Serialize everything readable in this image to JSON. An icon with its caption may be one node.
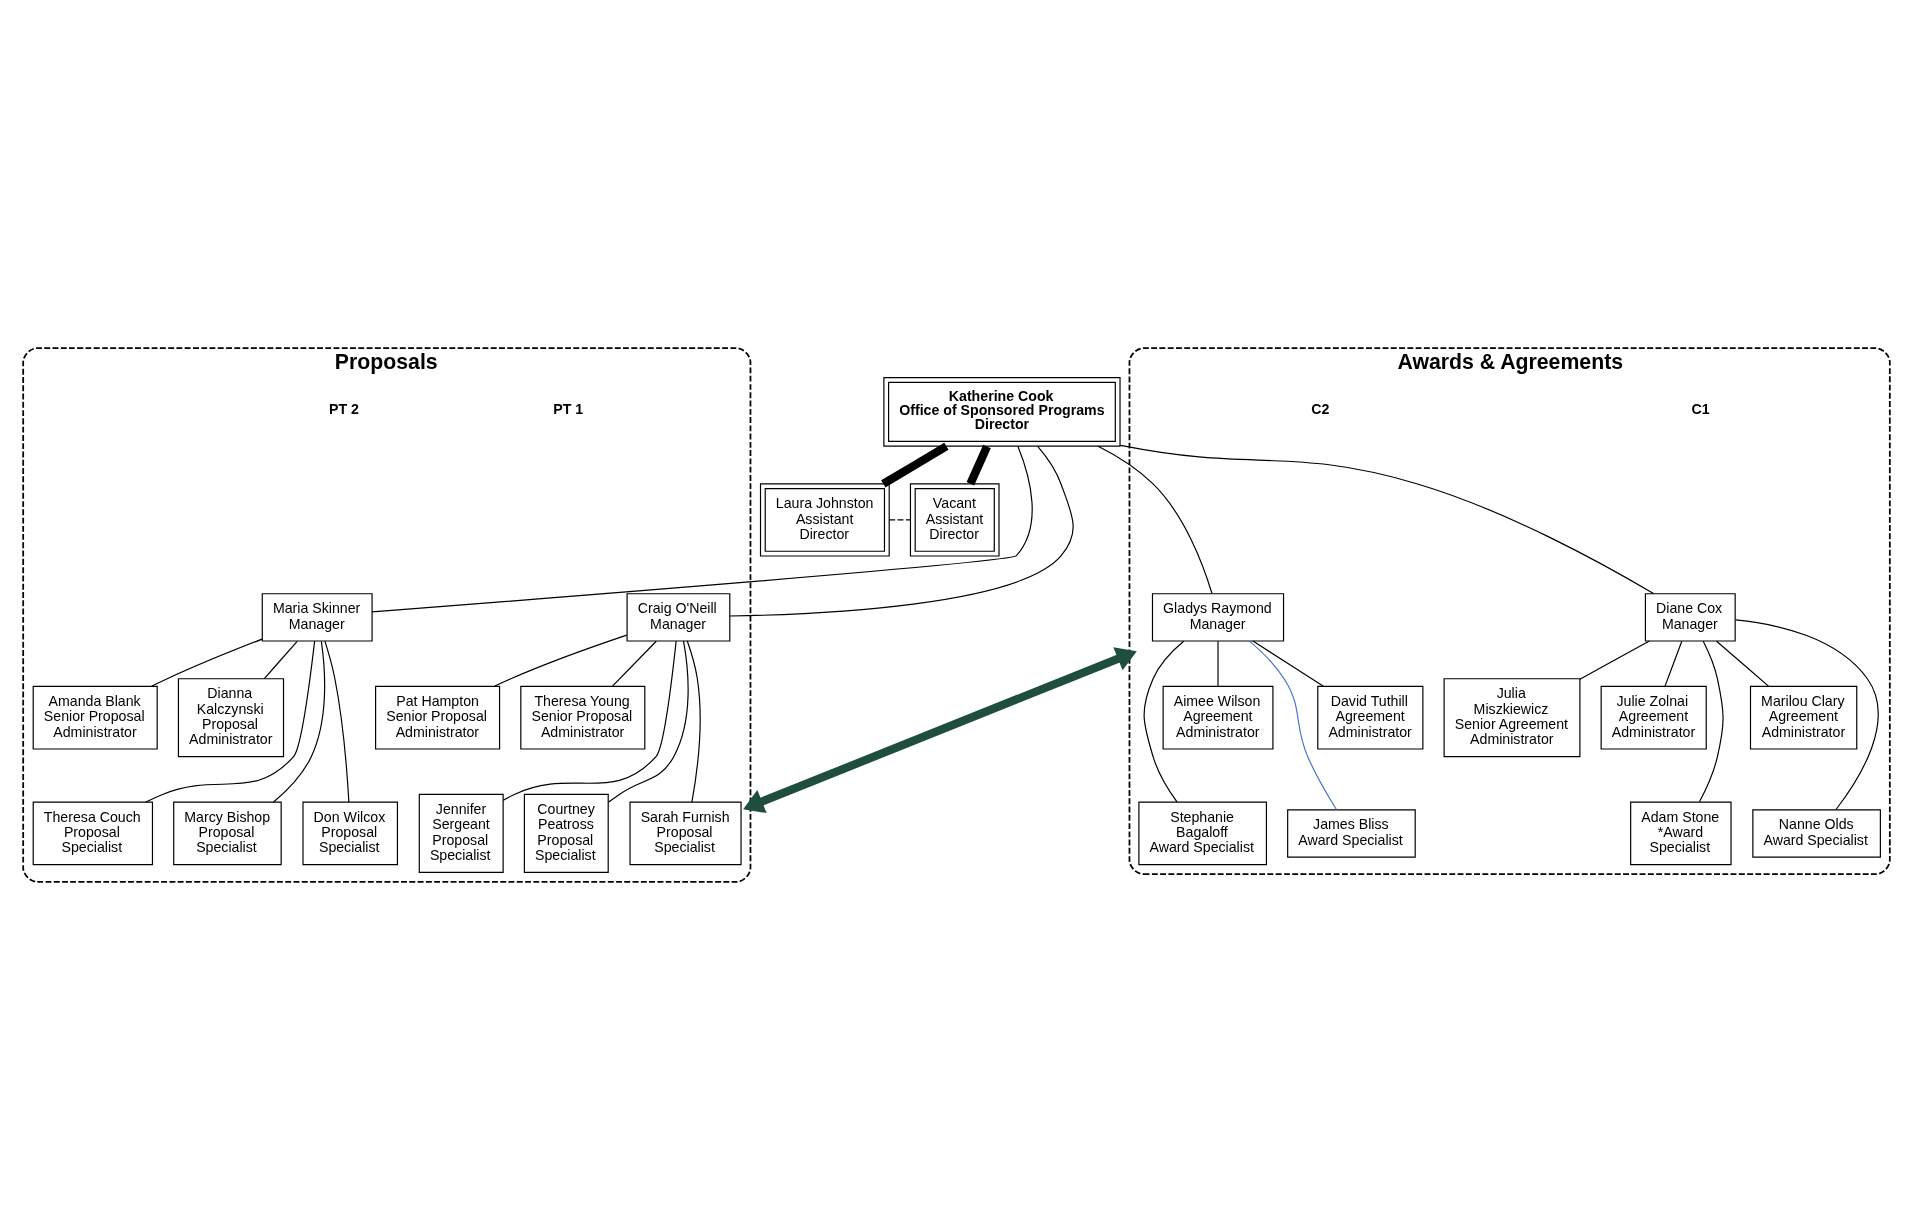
{
  "diagram": {
    "nodes": [
      {
        "text": [
          "Katherine Cook",
          "Office of Sponsored Programs",
          "Director"
        ]
      },
      {
        "text": [
          "Laura Johnston",
          "Assistant Director"
        ]
      },
      {
        "text": [
          "Vacant",
          "Assistant Director"
        ]
      },
      {
        "text": [
          "Proposals"
        ]
      },
      {
        "text": [
          "Awards & Agreements"
        ]
      },
      {
        "text": [
          "Maria Skinner",
          "Manager"
        ],
        "in": 3
      },
      {
        "text": [
          "Craig O'Neill",
          "Manager"
        ],
        "in": 3
      },
      {
        "text": [
          "Gladys Raymond",
          "Manager"
        ],
        "in": 4
      },
      {
        "text": [
          "Diane Cox",
          "Manager"
        ],
        "in": 4
      },
      {
        "text": [
          "Amanda Blank",
          "Senior Proposal Administrator"
        ],
        "in": 3
      },
      {
        "text": [
          "Dianna Kalczynski",
          "Proposal Administrator"
        ],
        "in": 3
      },
      {
        "text": [
          "Theresa Couch",
          "Proposal Specialist"
        ],
        "in": 3
      },
      {
        "text": [
          "Marcy Bishop",
          "Proposal Specialist"
        ],
        "in": 3
      },
      {
        "text": [
          "Don Wilcox",
          "Proposal Specialist"
        ],
        "in": 3
      },
      {
        "text": [
          "Pat Hampton",
          "Senior Proposal Administrator"
        ],
        "in": 3
      },
      {
        "text": [
          "Theresa Young",
          "Senior Proposal Administrator"
        ],
        "in": 3
      },
      {
        "text": [
          "Jennifer Sergeant",
          "Proposal Specialist"
        ],
        "in": 3
      },
      {
        "text": [
          "Courtney Peatross",
          "Proposal Specialist"
        ],
        "in": 3
      },
      {
        "text": [
          "Sarah Furnish",
          "Proposal Specialist"
        ],
        "in": 3
      },
      {
        "text": [
          "Stephanie Bagaloff",
          "Award Specialist"
        ],
        "in": 4
      },
      {
        "text": [
          "Aimee Wilson",
          "Agreement Administrator"
        ],
        "in": 4
      },
      {
        "text": [
          "James Bliss",
          "Award Specialist"
        ],
        "in": 4
      },
      {
        "text": [
          "David Tuthill",
          "Agreement Administrator"
        ],
        "in": 4
      },
      {
        "text": [
          "Julie Zolnai",
          "Agreement Administrator"
        ],
        "in": 4
      },
      {
        "text": [
          "Adam Stone",
          "*Award Specialist"
        ],
        "in": 4
      },
      {
        "text": [
          "Marilou Clary",
          "Agreement Administrator"
        ],
        "in": 4
      },
      {
        "text": [
          "Nanne Olds",
          "Award Specialist"
        ],
        "in": 4
      },
      {
        "text": [
          "Julia Miszkiewicz",
          "Senior Agreement Administrator"
        ],
        "in": 4
      }
    ],
    "edges": [
      {
        "from": 0,
        "to": 1,
        "arrow": "none",
        "style": "thick"
      },
      {
        "from": 0,
        "to": 2,
        "arrow": "none",
        "style": "thick"
      },
      {
        "from": 1,
        "to": 2,
        "arrow": "none",
        "style": "dashed"
      },
      {
        "from": 0,
        "to": 5,
        "arrow": "none"
      },
      {
        "from": 0,
        "to": 6,
        "arrow": "none"
      },
      {
        "from": 0,
        "to": 7,
        "arrow": "none"
      },
      {
        "from": 0,
        "to": 8,
        "arrow": "none"
      },
      {
        "from": 5,
        "to": 9,
        "arrow": "none"
      },
      {
        "from": 5,
        "to": 10,
        "arrow": "none"
      },
      {
        "from": 5,
        "to": 11,
        "arrow": "none"
      },
      {
        "from": 5,
        "to": 12,
        "arrow": "none"
      },
      {
        "from": 5,
        "to": 13,
        "arrow": "none"
      },
      {
        "from": 6,
        "to": 14,
        "arrow": "none"
      },
      {
        "from": 6,
        "to": 15,
        "arrow": "none"
      },
      {
        "from": 6,
        "to": 16,
        "arrow": "none"
      },
      {
        "from": 6,
        "to": 17,
        "arrow": "none"
      },
      {
        "from": 6,
        "to": 18,
        "arrow": "none"
      },
      {
        "from": 7,
        "to": 19,
        "arrow": "none"
      },
      {
        "from": 7,
        "to": 20,
        "arrow": "none"
      },
      {
        "from": 7,
        "to": 21,
        "arrow": "none",
        "color": "#4472c4"
      },
      {
        "from": 7,
        "to": 22,
        "arrow": "none"
      },
      {
        "from": 8,
        "to": 23,
        "arrow": "none"
      },
      {
        "from": 8,
        "to": 24,
        "arrow": "none"
      },
      {
        "from": 8,
        "to": 25,
        "arrow": "none"
      },
      {
        "from": 8,
        "to": 26,
        "arrow": "none"
      },
      {
        "from": 8,
        "to": 27,
        "arrow": "none"
      },
      {
        "from": 3,
        "to": 4,
        "arrow": "both",
        "style": "thick",
        "color": "#1f4e3d"
      }
    ],
    "labels": [
      "PT 1",
      "PT 2",
      "C1",
      "C2"
    ]
  }
}
